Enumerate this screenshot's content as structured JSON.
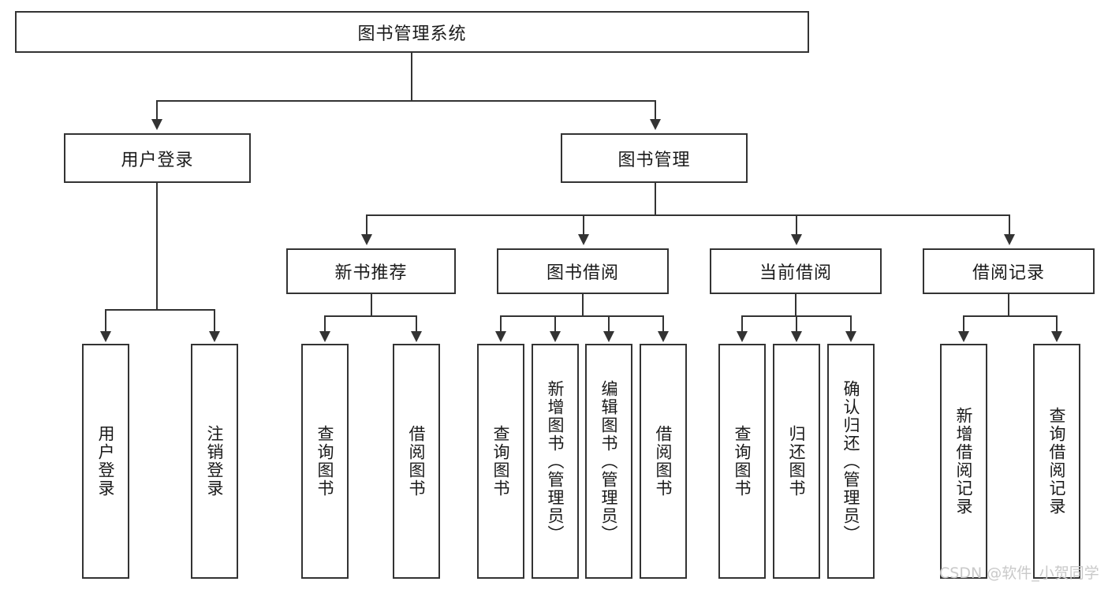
{
  "diagram": {
    "title": "图书管理系统",
    "type": "tree",
    "root": {
      "label": "图书管理系统"
    },
    "level2": [
      {
        "label": "用户登录"
      },
      {
        "label": "图书管理"
      }
    ],
    "level3": [
      {
        "label": "新书推荐"
      },
      {
        "label": "图书借阅"
      },
      {
        "label": "当前借阅"
      },
      {
        "label": "借阅记录"
      }
    ],
    "leaves": {
      "user_login": [
        {
          "label": "用户登录"
        },
        {
          "label": "注销登录"
        }
      ],
      "new_book_recommend": [
        {
          "label": "查询图书"
        },
        {
          "label": "借阅图书"
        }
      ],
      "book_borrow": [
        {
          "label": "查询图书"
        },
        {
          "label": "新增图书（管理员）"
        },
        {
          "label": "编辑图书（管理员）"
        },
        {
          "label": "借阅图书"
        }
      ],
      "current_borrow": [
        {
          "label": "查询图书"
        },
        {
          "label": "归还图书"
        },
        {
          "label": "确认归还（管理员）"
        }
      ],
      "borrow_record": [
        {
          "label": "新增借阅记录"
        },
        {
          "label": "查询借阅记录"
        }
      ]
    }
  },
  "watermark": {
    "text": "CSDN @软件_小贺同学"
  },
  "colors": {
    "stroke": "#333333",
    "background": "#ffffff",
    "text": "#1a1a1a",
    "watermark": "#c9c9c9"
  }
}
